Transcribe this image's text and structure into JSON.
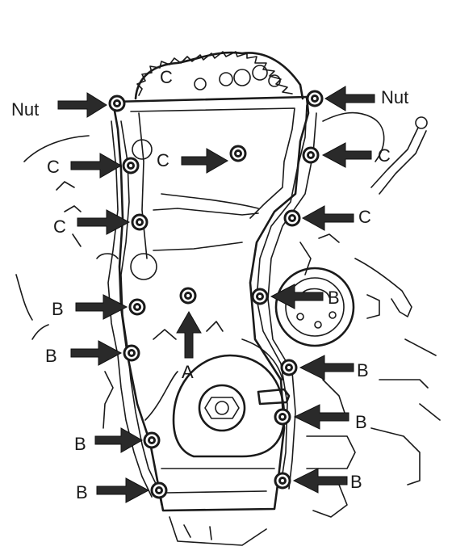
{
  "labels": {
    "nut": "Nut",
    "c": "C",
    "b": "B",
    "a": "A",
    "sprocket_c": "C"
  },
  "colors": {
    "line": "#1a1a1a",
    "arrow": "#2a2a2a",
    "background": "#ffffff"
  }
}
